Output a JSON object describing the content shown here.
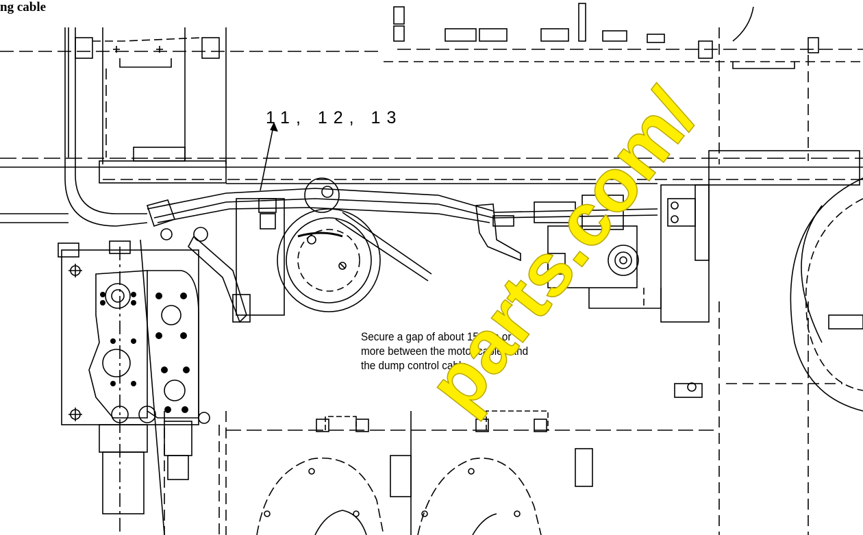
{
  "heading": "ng cable",
  "callout_label": "11, 12, 13",
  "note": {
    "line1": "Secure a gap of about 15 mm or",
    "line2": "more between the motor cables and",
    "line3": "the dump control cable."
  },
  "watermark": "parts.com/",
  "colors": {
    "line": "#000000",
    "background": "#ffffff",
    "watermark": "#ffee00"
  }
}
